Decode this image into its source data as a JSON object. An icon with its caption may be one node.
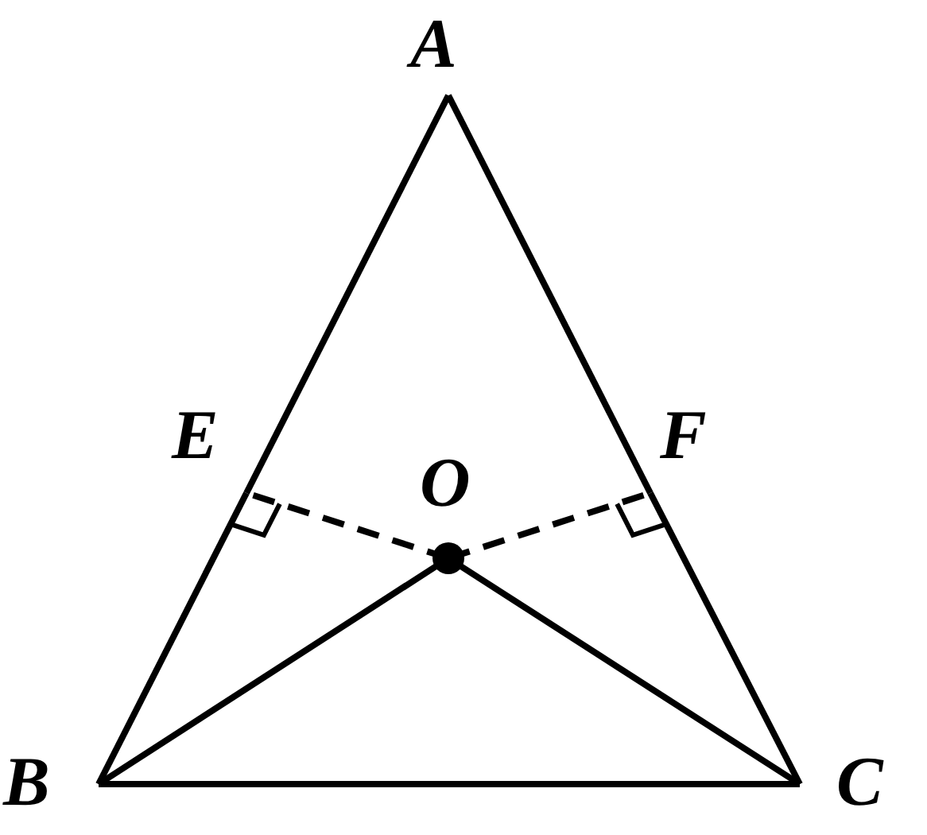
{
  "diagram": {
    "nodes": [
      {
        "text": [
          "A"
        ]
      },
      {
        "text": [
          "E"
        ]
      },
      {
        "text": [
          "F"
        ]
      },
      {
        "text": [
          "O"
        ]
      },
      {
        "text": [
          "B"
        ]
      },
      {
        "text": [
          "C"
        ]
      }
    ],
    "edges": [
      {
        "from": 0,
        "to": 1,
        "arrow": "none"
      },
      {
        "from": 1,
        "to": 4,
        "arrow": "none"
      },
      {
        "from": 0,
        "to": 2,
        "arrow": "none"
      },
      {
        "from": 2,
        "to": 5,
        "arrow": "none"
      },
      {
        "from": 4,
        "to": 5,
        "arrow": "none"
      },
      {
        "from": 3,
        "to": 4,
        "arrow": "none"
      },
      {
        "from": 3,
        "to": 5,
        "arrow": "none"
      },
      {
        "from": 3,
        "to": 1,
        "arrow": "none",
        "style": "dashed"
      },
      {
        "from": 3,
        "to": 2,
        "arrow": "none",
        "style": "dashed"
      }
    ]
  }
}
